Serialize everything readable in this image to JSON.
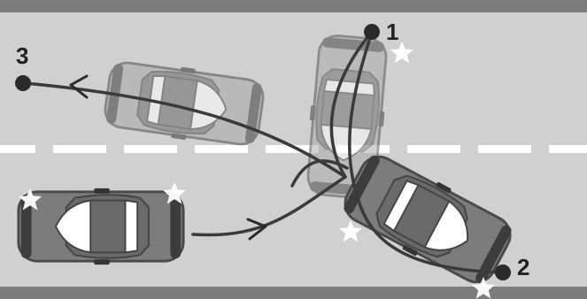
{
  "points": [
    {
      "label": "1"
    },
    {
      "label": "2"
    },
    {
      "label": "3"
    }
  ],
  "colors": {
    "road": "#d0d0d0",
    "road_edge": "#7d7d7d",
    "lane_marking": "#ffffff",
    "car_body": "#7c7c7c",
    "car_dark": "#555555",
    "car_ghost": "#bdbdbd",
    "path": "#3a3a3a",
    "impact_star": "#ffffff"
  }
}
